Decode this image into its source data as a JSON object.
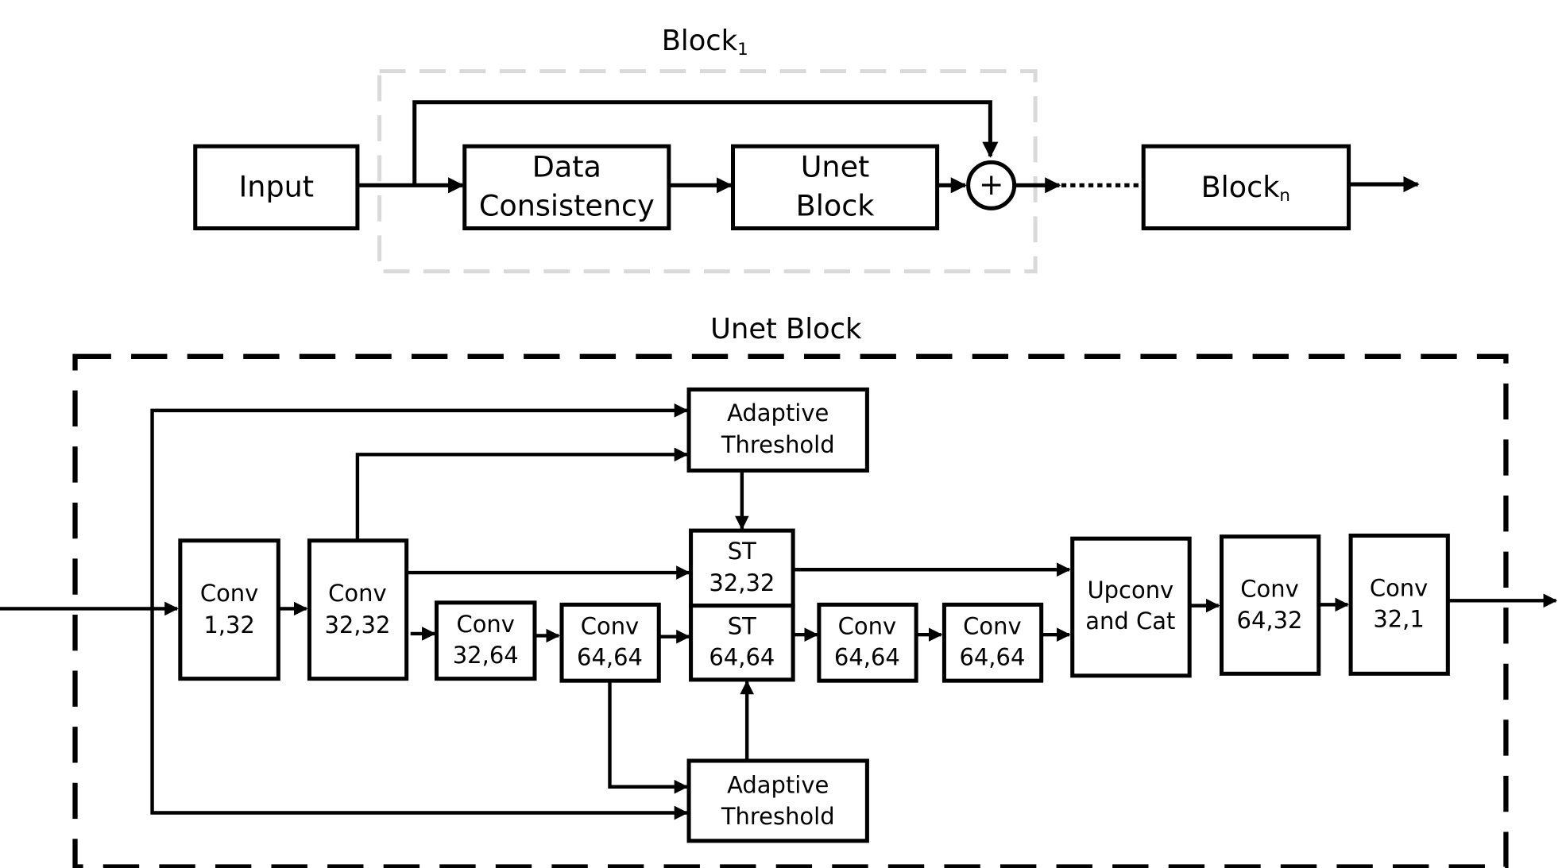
{
  "colors": {
    "stroke": "#000000",
    "background": "#ffffff",
    "outer_block_border": "#d9d9d9"
  },
  "top": {
    "block1_title": {
      "main": "Block",
      "sub": "1"
    },
    "input": "Input",
    "data_consistency": [
      "Data",
      "Consistency"
    ],
    "unet_block": [
      "Unet",
      "Block"
    ],
    "sum_symbol": "+",
    "blockn": {
      "main": "Block",
      "sub": "n"
    }
  },
  "unet": {
    "title": "Unet Block",
    "conv1": [
      "Conv",
      "1,32"
    ],
    "conv2": [
      "Conv",
      "32,32"
    ],
    "conv3": [
      "Conv",
      "32,64"
    ],
    "conv4": [
      "Conv",
      "64,64"
    ],
    "st1": [
      "ST",
      "32,32"
    ],
    "st2": [
      "ST",
      "64,64"
    ],
    "conv5": [
      "Conv",
      "64,64"
    ],
    "conv6": [
      "Conv",
      "64,64"
    ],
    "upconv": [
      "Upconv",
      "and Cat"
    ],
    "conv7": [
      "Conv",
      "64,32"
    ],
    "conv8": [
      "Conv",
      "32,1"
    ],
    "threshold_top": [
      "Adaptive",
      "Threshold"
    ],
    "threshold_bottom": [
      "Adaptive",
      "Threshold"
    ]
  }
}
